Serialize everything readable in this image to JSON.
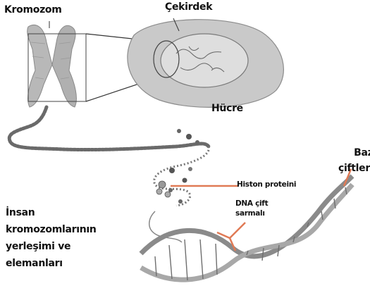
{
  "labels": {
    "chromosome": "Kromozom",
    "nucleus": "Çekirdek",
    "cell": "Hücre",
    "base_pairs": [
      "Baz",
      "çiftleri"
    ],
    "histone": "Histon proteini",
    "dna_helix": [
      "DNA çift",
      "sarmalı"
    ],
    "caption": [
      "İnsan",
      "kromozomlarının",
      "yerleşimi ve",
      "elemanları"
    ]
  },
  "colors": {
    "pointer_lines": "#e07a55",
    "leader_lines": "#333333",
    "chromosome_fill": "#b8b8b8",
    "cell_fill": "#c9c9c9",
    "nucleus_fill": "#dedede"
  }
}
